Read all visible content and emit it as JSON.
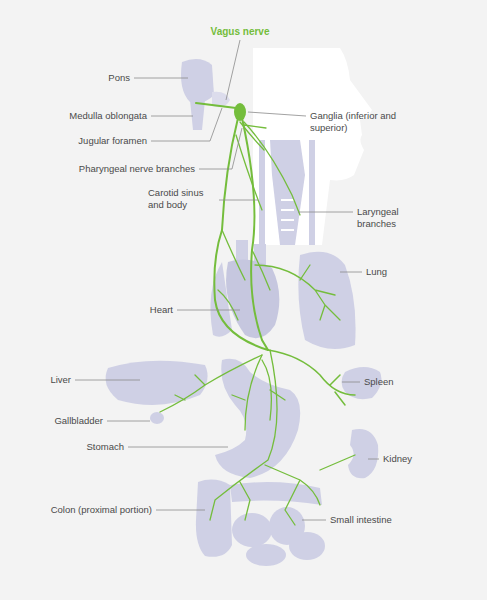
{
  "diagram": {
    "labels": [
      "Vagus nerve",
      "Pons",
      "Medulla oblongata",
      "Ganglia (inferior and superior)",
      "Jugular foramen",
      "Pharyngeal nerve branches",
      "Carotid sinus and body",
      "Laryngeal branches",
      "Lung",
      "Heart",
      "Liver",
      "Spleen",
      "Gallbladder",
      "Stomach",
      "Kidney",
      "Colon (proximal portion)",
      "Small intestine"
    ]
  }
}
